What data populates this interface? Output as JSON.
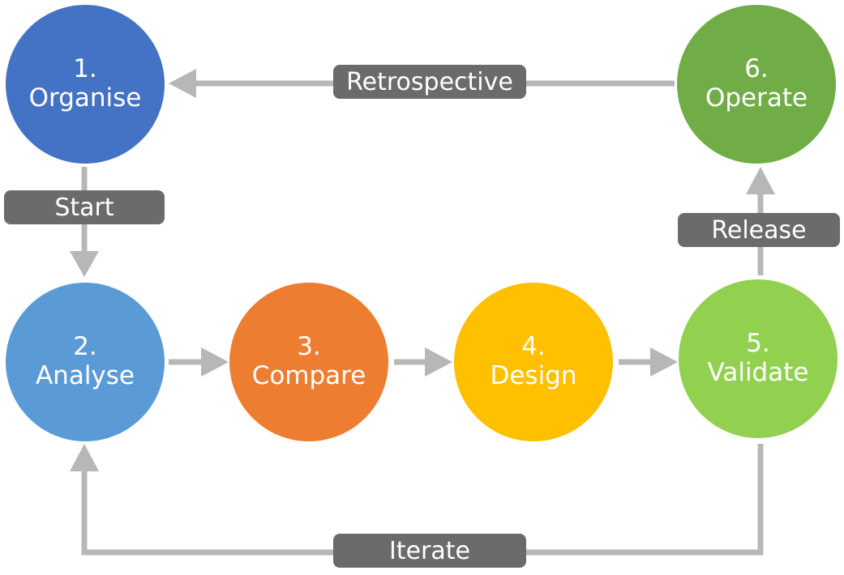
{
  "colors": {
    "connector": "#b7b7b7",
    "label_background": "#6b6b6b",
    "label_text": "#ffffff"
  },
  "steps": [
    {
      "number": "1.",
      "name": "Organise",
      "color": "#4472c4"
    },
    {
      "number": "2.",
      "name": "Analyse",
      "color": "#5b9bd5"
    },
    {
      "number": "3.",
      "name": "Compare",
      "color": "#ed7d31"
    },
    {
      "number": "4.",
      "name": "Design",
      "color": "#ffc000"
    },
    {
      "number": "5.",
      "name": "Validate",
      "color": "#92d050"
    },
    {
      "number": "6.",
      "name": "Operate",
      "color": "#70ad47"
    }
  ],
  "transitions": {
    "retrospective": "Retrospective",
    "start": "Start",
    "release": "Release",
    "iterate": "Iterate"
  }
}
